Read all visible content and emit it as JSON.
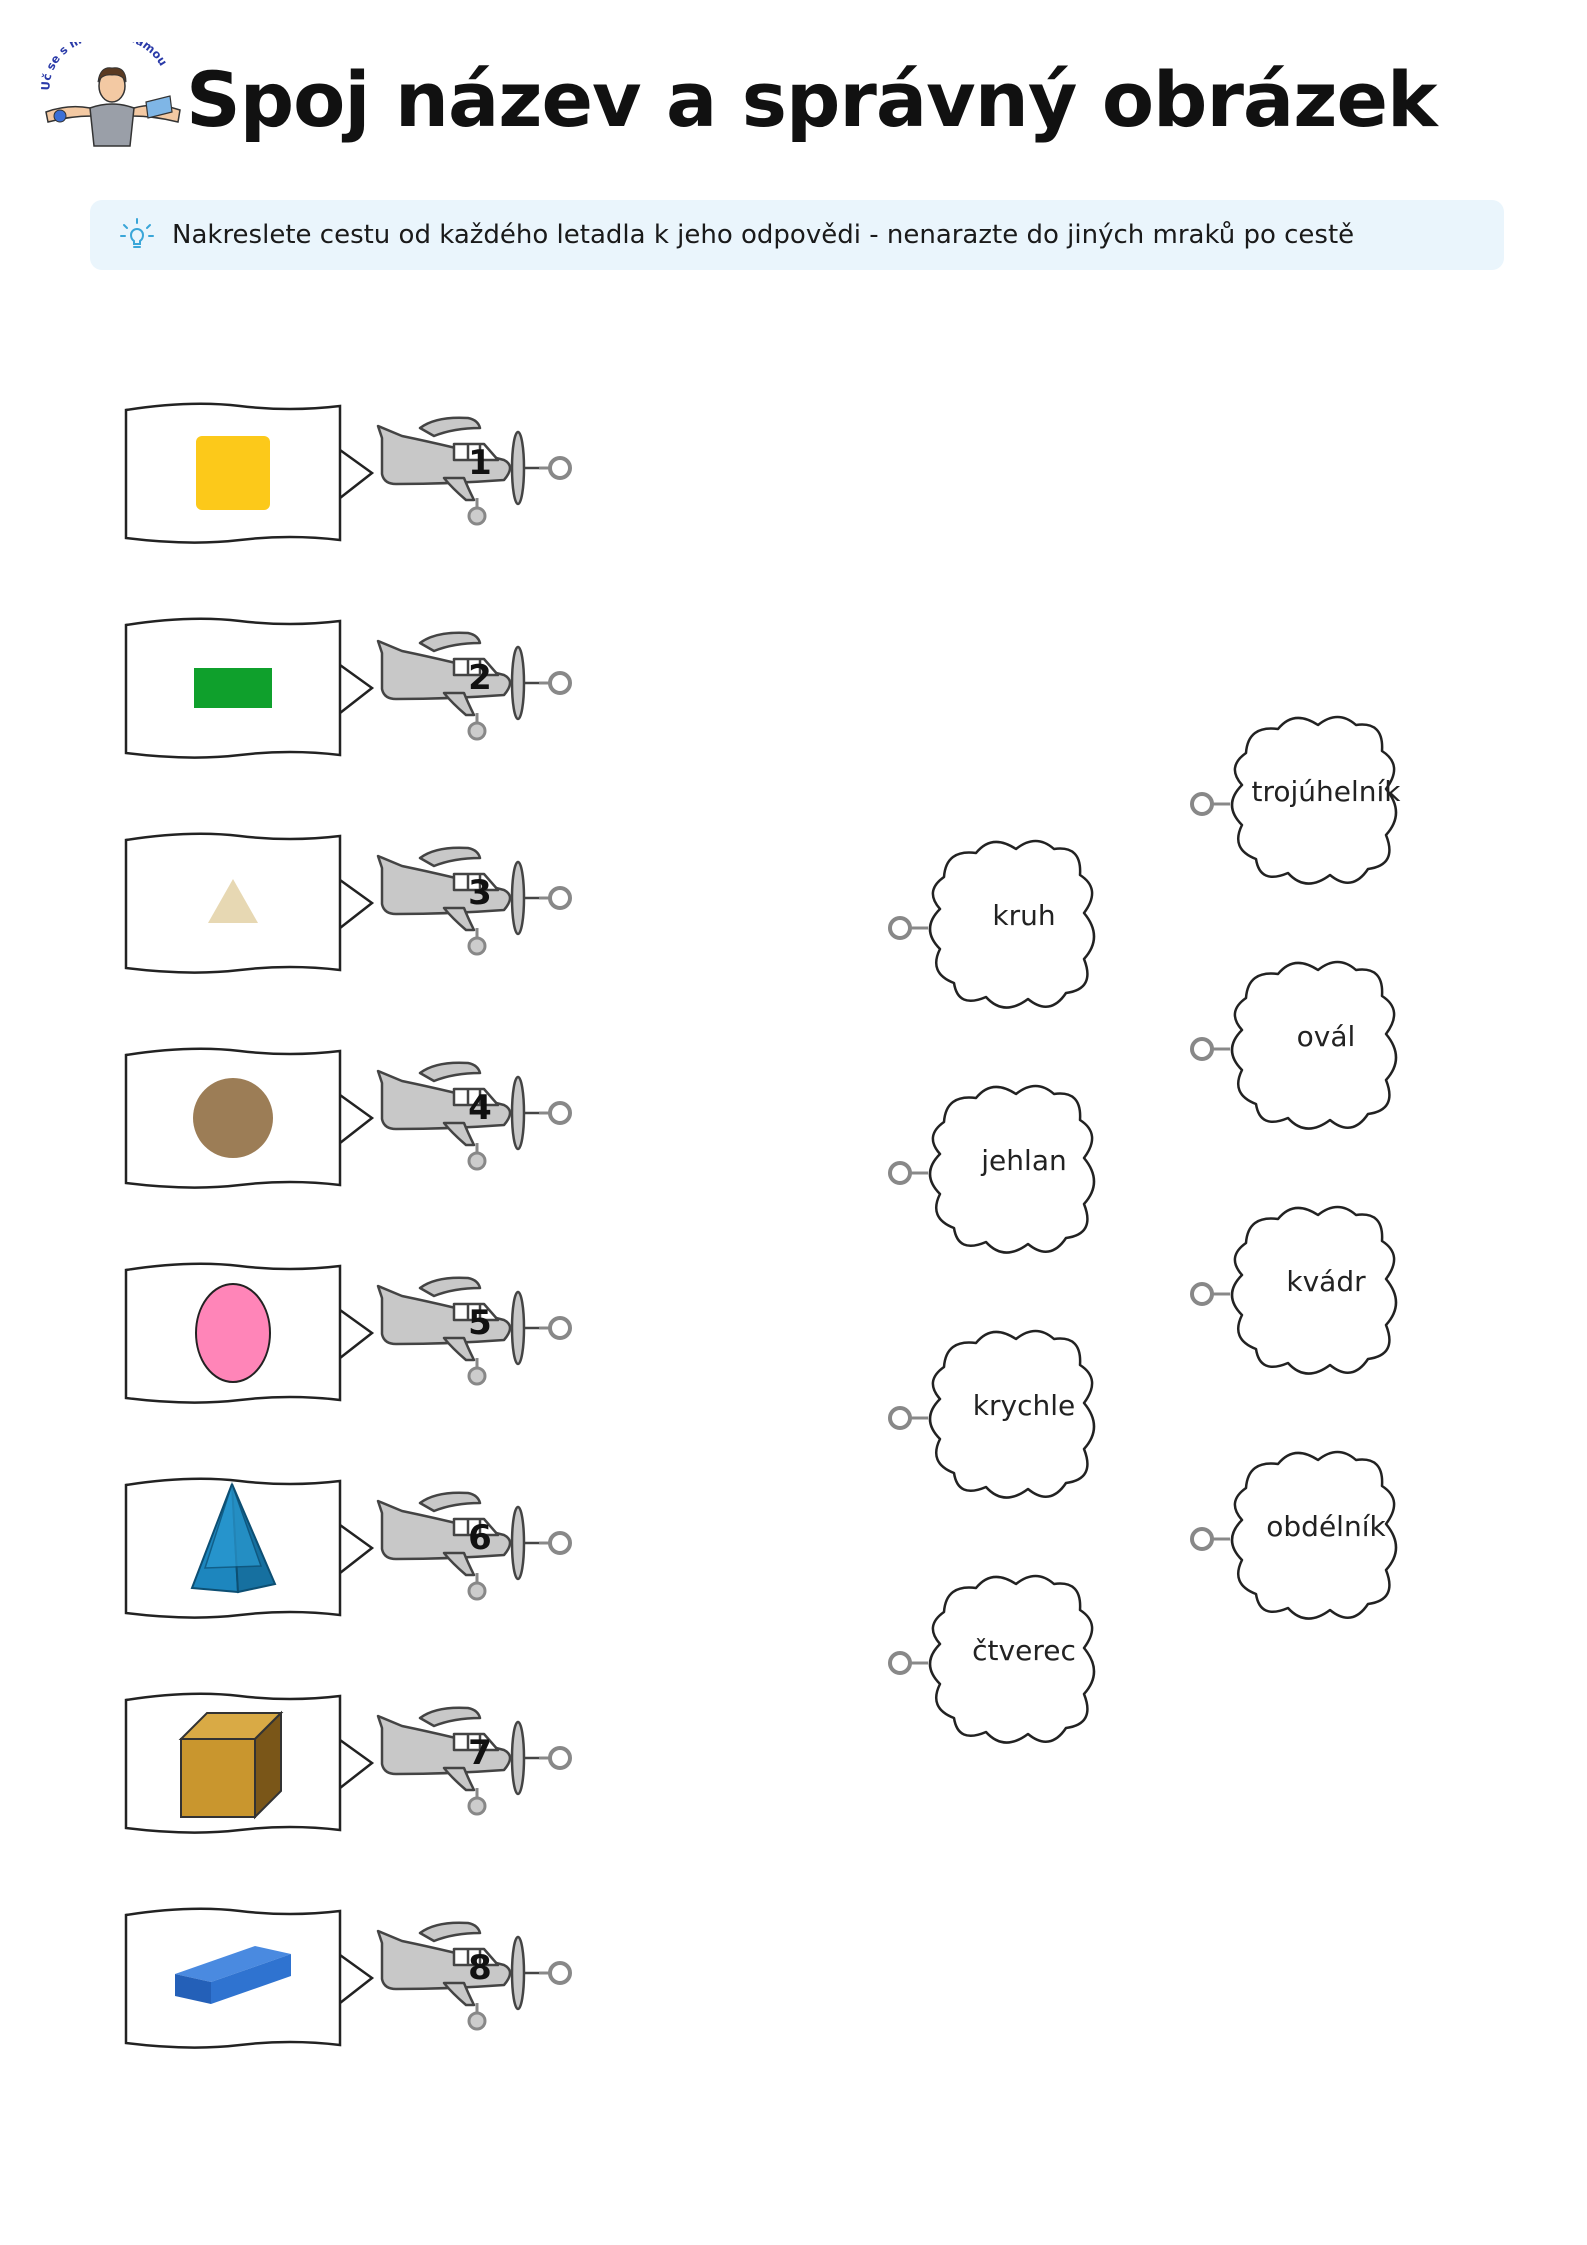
{
  "header": {
    "logo_text": "Uč se s madrou mámou",
    "title": "Spoj název a správný obrázek"
  },
  "hint": {
    "icon": "lightbulb-icon",
    "text": "Nakreslete cestu od každého letadla k jeho odpovědi - nenarazte do jiných mraků po cestě"
  },
  "planes": [
    {
      "number": "1",
      "shape": "square",
      "color": "#fcc91a"
    },
    {
      "number": "2",
      "shape": "rectangle",
      "color": "#0fa02c"
    },
    {
      "number": "3",
      "shape": "triangle",
      "color": "#e7d8b3"
    },
    {
      "number": "4",
      "shape": "circle",
      "color": "#9c7d56"
    },
    {
      "number": "5",
      "shape": "oval",
      "color": "#ff85b8"
    },
    {
      "number": "6",
      "shape": "pyramid",
      "color": "#1a7fb5"
    },
    {
      "number": "7",
      "shape": "cube",
      "color": "#c9962e"
    },
    {
      "number": "8",
      "shape": "cuboid",
      "color": "#2f73d0"
    }
  ],
  "clouds_left": [
    {
      "label": "kruh"
    },
    {
      "label": "jehlan"
    },
    {
      "label": "krychle"
    },
    {
      "label": "čtverec"
    }
  ],
  "clouds_right": [
    {
      "label": "trojúhelník"
    },
    {
      "label": "ovál"
    },
    {
      "label": "kvádr"
    },
    {
      "label": "obdélník"
    }
  ]
}
